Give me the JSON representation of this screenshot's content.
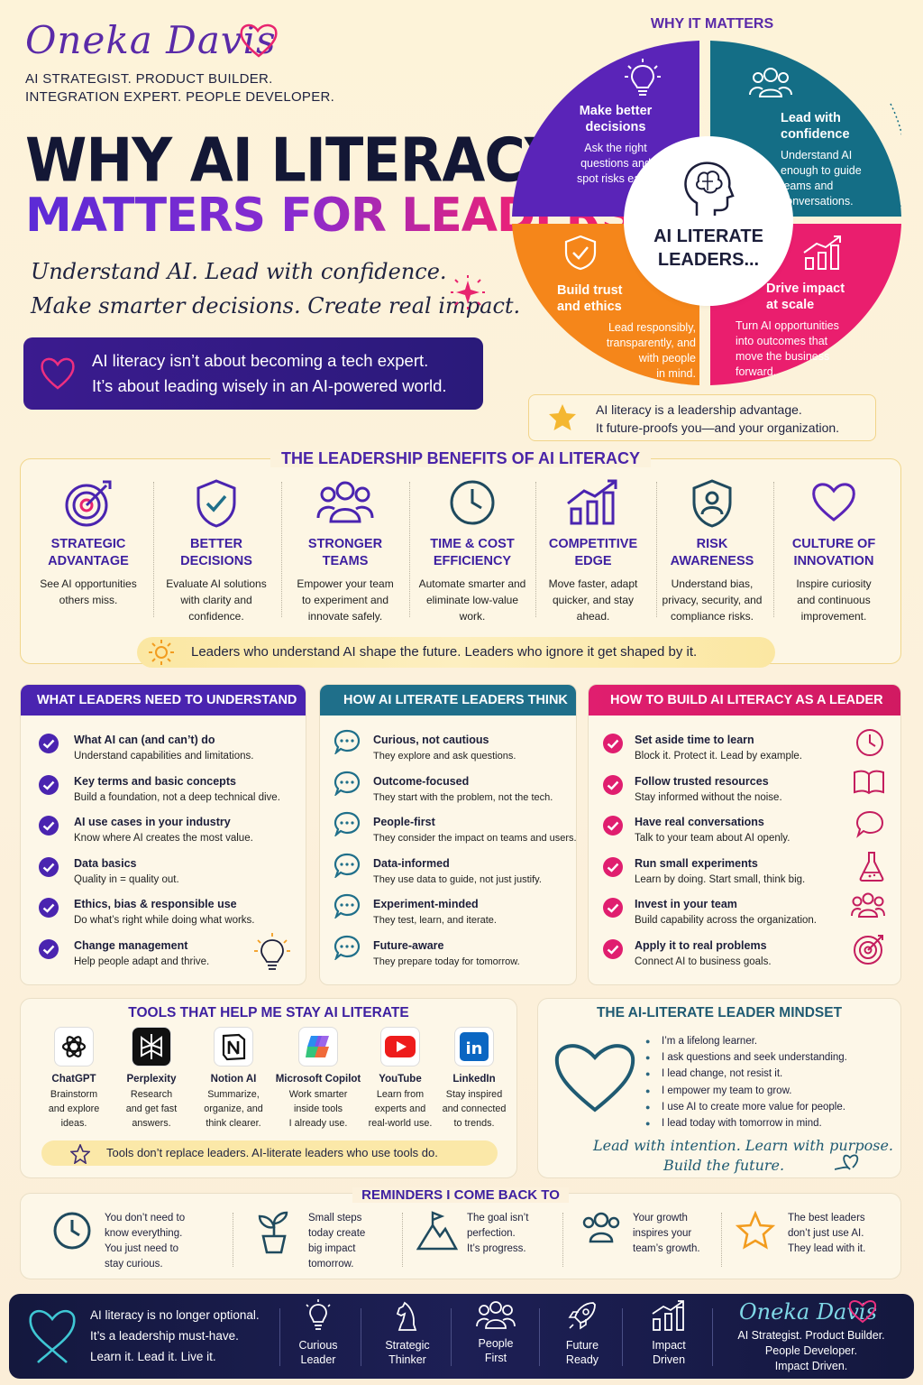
{
  "header": {
    "name": "Oneka Davis",
    "tagline_1": "AI STRATEGIST. PRODUCT BUILDER.",
    "tagline_2": "INTEGRATION EXPERT. PEOPLE DEVELOPER.",
    "title_1": "WHY AI LITERACY",
    "title_2": "MATTERS FOR LEADERS",
    "subtitle_1": "Understand AI. Lead with confidence.",
    "subtitle_2": "Make smarter decisions. Create real impact.",
    "callout_1": "AI literacy isn’t about becoming a tech expert.",
    "callout_2": "It’s about leading wisely in an AI-powered world."
  },
  "why": {
    "title": "WHY IT MATTERS",
    "center_1": "AI LITERATE",
    "center_2": "LEADERS...",
    "quadrants": [
      {
        "title_1": "Make better",
        "title_2": "decisions",
        "d1": "Ask the right",
        "d2": "questions and",
        "d3": "spot risks early.",
        "d4": "",
        "color": "#5a24b8"
      },
      {
        "title_1": "Lead with",
        "title_2": "confidence",
        "d1": "Understand AI",
        "d2": "enough to guide",
        "d3": "teams and",
        "d4": "conversations.",
        "color": "#146e86"
      },
      {
        "title_1": "Build trust",
        "title_2": "and ethics",
        "d1": "Lead responsibly,",
        "d2": "transparently, and",
        "d3": "with people",
        "d4": "in mind.",
        "color": "#f5861a"
      },
      {
        "title_1": "Drive impact",
        "title_2": "at scale",
        "d1": "Turn AI opportunities",
        "d2": "into outcomes that",
        "d3": "move the business",
        "d4": "forward.",
        "color": "#ea1e6e"
      }
    ],
    "advantage_1": "AI literacy is a leadership advantage.",
    "advantage_2": "It future-proofs you—and your organization."
  },
  "benefits": {
    "title": "THE LEADERSHIP BENEFITS OF AI LITERACY",
    "items": [
      {
        "t1": "STRATEGIC",
        "t2": "ADVANTAGE",
        "d1": "See AI opportunities",
        "d2": "others miss.",
        "d3": "",
        "icon": "target-icon"
      },
      {
        "t1": "BETTER",
        "t2": "DECISIONS",
        "d1": "Evaluate AI solutions",
        "d2": "with clarity and",
        "d3": "confidence.",
        "icon": "shield-check-icon"
      },
      {
        "t1": "STRONGER",
        "t2": "TEAMS",
        "d1": "Empower your team",
        "d2": "to experiment and",
        "d3": "innovate safely.",
        "icon": "team-icon"
      },
      {
        "t1": "TIME & COST",
        "t2": "EFFICIENCY",
        "d1": "Automate smarter and",
        "d2": "eliminate low-value",
        "d3": "work.",
        "icon": "clock-icon"
      },
      {
        "t1": "COMPETITIVE",
        "t2": "EDGE",
        "d1": "Move faster, adapt",
        "d2": "quicker, and stay",
        "d3": "ahead.",
        "icon": "growth-chart-icon"
      },
      {
        "t1": "RISK",
        "t2": "AWARENESS",
        "d1": "Understand bias,",
        "d2": "privacy, security, and",
        "d3": "compliance risks.",
        "icon": "shield-person-icon"
      },
      {
        "t1": "CULTURE OF",
        "t2": "INNOVATION",
        "d1": "Inspire curiosity",
        "d2": "and continuous",
        "d3": "improvement.",
        "icon": "heart-icon"
      }
    ],
    "footer": "Leaders who understand AI shape the future. Leaders who ignore it get shaped by it."
  },
  "understand": {
    "title": "WHAT LEADERS NEED TO UNDERSTAND",
    "color": "#4a24b0",
    "items": [
      {
        "t": "What AI can (and can’t) do",
        "d": "Understand capabilities and limitations."
      },
      {
        "t": "Key terms and basic concepts",
        "d": "Build a foundation, not a deep technical dive."
      },
      {
        "t": "AI use cases in your industry",
        "d": "Know where AI creates the most value."
      },
      {
        "t": "Data basics",
        "d": "Quality in = quality out."
      },
      {
        "t": "Ethics, bias & responsible use",
        "d": "Do what’s right while doing what works."
      },
      {
        "t": "Change management",
        "d": "Help people adapt and thrive."
      }
    ]
  },
  "think": {
    "title": "HOW AI LITERATE LEADERS THINK",
    "color": "#1f6f8a",
    "items": [
      {
        "t": "Curious, not cautious",
        "d": "They explore and ask questions."
      },
      {
        "t": "Outcome-focused",
        "d": "They start with the problem, not the tech."
      },
      {
        "t": "People-first",
        "d": "They consider the impact on teams and users."
      },
      {
        "t": "Data-informed",
        "d": "They use data to guide, not just justify."
      },
      {
        "t": "Experiment-minded",
        "d": "They test, learn, and iterate."
      },
      {
        "t": "Future-aware",
        "d": "They prepare today for tomorrow."
      }
    ]
  },
  "build": {
    "title": "HOW TO BUILD AI LITERACY AS A LEADER",
    "color": "#e01e6f",
    "items": [
      {
        "t": "Set aside time to learn",
        "d": "Block it. Protect it. Lead by example.",
        "icon": "clock-icon"
      },
      {
        "t": "Follow trusted resources",
        "d": "Stay informed without the noise.",
        "icon": "book-icon"
      },
      {
        "t": "Have real conversations",
        "d": "Talk to your team about AI openly.",
        "icon": "chat-icon"
      },
      {
        "t": "Run small experiments",
        "d": "Learn by doing. Start small, think big.",
        "icon": "flask-icon"
      },
      {
        "t": "Invest in your team",
        "d": "Build capability across the organization.",
        "icon": "team-icon"
      },
      {
        "t": "Apply it to real problems",
        "d": "Connect AI to business goals.",
        "icon": "target-icon"
      }
    ]
  },
  "tools": {
    "title": "TOOLS THAT HELP ME STAY AI LITERATE",
    "items": [
      {
        "n": "ChatGPT",
        "d1": "Brainstorm",
        "d2": "and explore",
        "d3": "ideas."
      },
      {
        "n": "Perplexity",
        "d1": "Research",
        "d2": "and get fast",
        "d3": "answers."
      },
      {
        "n": "Notion AI",
        "d1": "Summarize,",
        "d2": "organize, and",
        "d3": "think clearer."
      },
      {
        "n": "Microsoft Copilot",
        "d1": "Work smarter",
        "d2": "inside tools",
        "d3": "I already use."
      },
      {
        "n": "YouTube",
        "d1": "Learn from",
        "d2": "experts and",
        "d3": "real-world use."
      },
      {
        "n": "LinkedIn",
        "d1": "Stay inspired",
        "d2": "and connected",
        "d3": "to trends."
      }
    ],
    "footer": "Tools don’t replace leaders. AI-literate leaders who use tools do."
  },
  "mindset": {
    "title": "THE AI-LITERATE LEADER MINDSET",
    "items": [
      "I’m a lifelong learner.",
      "I ask questions and seek understanding.",
      "I lead change, not resist it.",
      "I empower my team to grow.",
      "I use AI to create more value for people.",
      "I lead today with tomorrow in mind."
    ],
    "footer_1": "Lead with intention. Learn with purpose.",
    "footer_2": "Build the future."
  },
  "reminders": {
    "title": "REMINDERS I COME BACK TO",
    "items": [
      {
        "l1": "You don’t need to",
        "l2": "know everything.",
        "l3": "You just need to",
        "l4": "stay curious."
      },
      {
        "l1": "Small steps",
        "l2": "today create",
        "l3": "big impact",
        "l4": "tomorrow."
      },
      {
        "l1": "The goal isn’t",
        "l2": "perfection.",
        "l3": "It’s progress.",
        "l4": ""
      },
      {
        "l1": "Your growth",
        "l2": "inspires your",
        "l3": "team’s growth.",
        "l4": ""
      },
      {
        "l1": "The best leaders",
        "l2": "don’t just use AI.",
        "l3": "They lead with it.",
        "l4": ""
      }
    ]
  },
  "footer": {
    "msg_1": "AI literacy is no longer optional.",
    "msg_2": "It’s a leadership must-have.",
    "msg_3": "Learn it. Lead it. Live it.",
    "badges": [
      {
        "l1": "Curious",
        "l2": "Leader"
      },
      {
        "l1": "Strategic",
        "l2": "Thinker"
      },
      {
        "l1": "People",
        "l2": "First"
      },
      {
        "l1": "Future",
        "l2": "Ready"
      },
      {
        "l1": "Impact",
        "l2": "Driven"
      }
    ],
    "name": "Oneka Davis",
    "tag_1": "AI Strategist. Product Builder.",
    "tag_2": "People Developer.",
    "tag_3": "Impact Driven."
  }
}
